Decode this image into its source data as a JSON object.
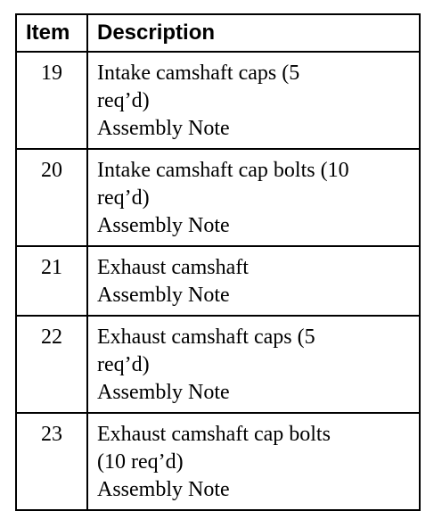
{
  "table": {
    "headers": {
      "item": "Item",
      "description": "Description"
    },
    "rows": [
      {
        "item": "19",
        "lines": [
          "Intake camshaft caps (5",
          "req’d)",
          "Assembly Note"
        ]
      },
      {
        "item": "20",
        "lines": [
          "Intake camshaft cap bolts (10",
          "req’d)",
          "Assembly Note"
        ]
      },
      {
        "item": "21",
        "lines": [
          "Exhaust camshaft",
          "Assembly Note"
        ]
      },
      {
        "item": "22",
        "lines": [
          "Exhaust camshaft caps (5",
          "req’d)",
          "Assembly Note"
        ]
      },
      {
        "item": "23",
        "lines": [
          "Exhaust camshaft cap bolts",
          "(10 req’d)",
          "Assembly Note"
        ]
      }
    ]
  }
}
